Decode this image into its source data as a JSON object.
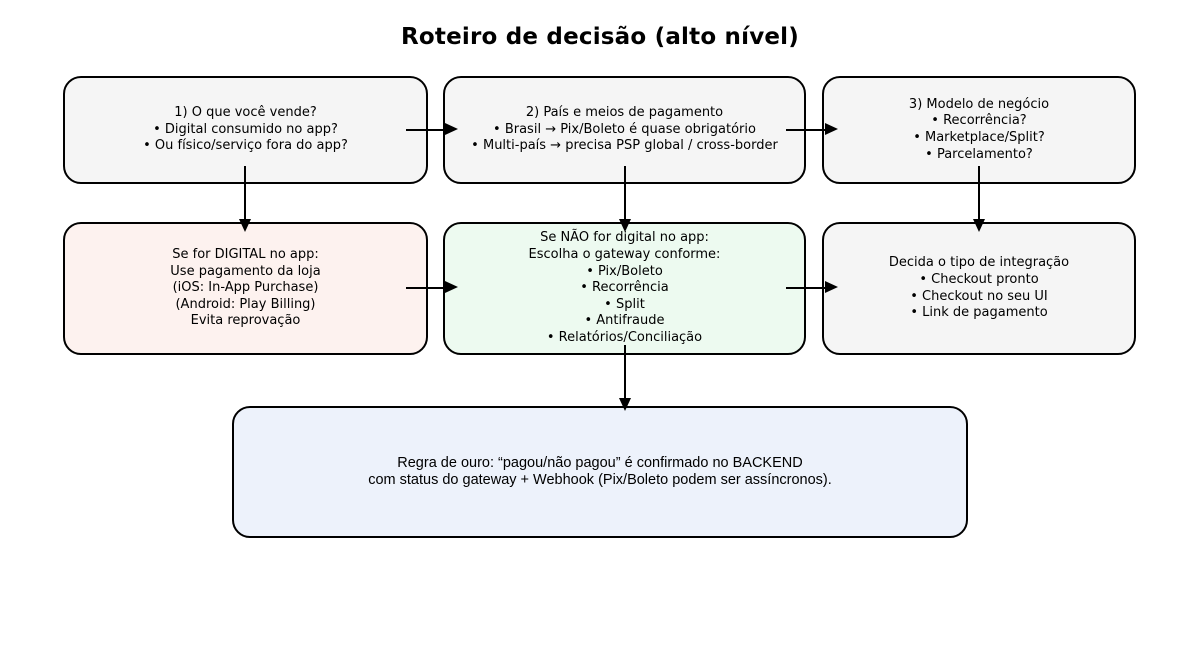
{
  "title": "Roteiro de decisão (alto nível)",
  "colors": {
    "node_default_bg": "#f5f5f5",
    "node_digital_bg": "#fdf2ef",
    "node_gateway_bg": "#edfaf0",
    "node_rule_bg": "#edf2fb",
    "border": "#000000",
    "text": "#000000"
  },
  "nodes": {
    "what_you_sell": {
      "lines": [
        "1) O que você vende?",
        "• Digital consumido no app?",
        "• Ou físico/serviço fora do app?"
      ]
    },
    "country_payments": {
      "lines": [
        "2) País e meios de pagamento",
        "• Brasil → Pix/Boleto é quase obrigatório",
        "• Multi-país → precisa PSP global / cross-border"
      ]
    },
    "business_model": {
      "lines": [
        "3) Modelo de negócio",
        "• Recorrência?",
        "• Marketplace/Split?",
        "• Parcelamento?"
      ]
    },
    "digital_in_app": {
      "lines": [
        "Se for DIGITAL no app:",
        "Use pagamento da loja",
        "(iOS: In-App Purchase)",
        "(Android: Play Billing)",
        "Evita reprovação"
      ]
    },
    "not_digital_gateway": {
      "lines": [
        "Se NÃO for digital no app:",
        "Escolha o gateway conforme:",
        "• Pix/Boleto",
        "• Recorrência",
        "• Split",
        "• Antifraude",
        "• Relatórios/Conciliação"
      ]
    },
    "integration_type": {
      "lines": [
        "Decida o tipo de integração",
        "• Checkout pronto",
        "• Checkout no seu UI",
        "• Link de pagamento"
      ]
    },
    "golden_rule": {
      "lines": [
        "Regra de ouro: “pagou/não pagou” é confirmado no BACKEND",
        "com status do gateway + Webhook (Pix/Boleto podem ser assíncronos)."
      ]
    }
  }
}
